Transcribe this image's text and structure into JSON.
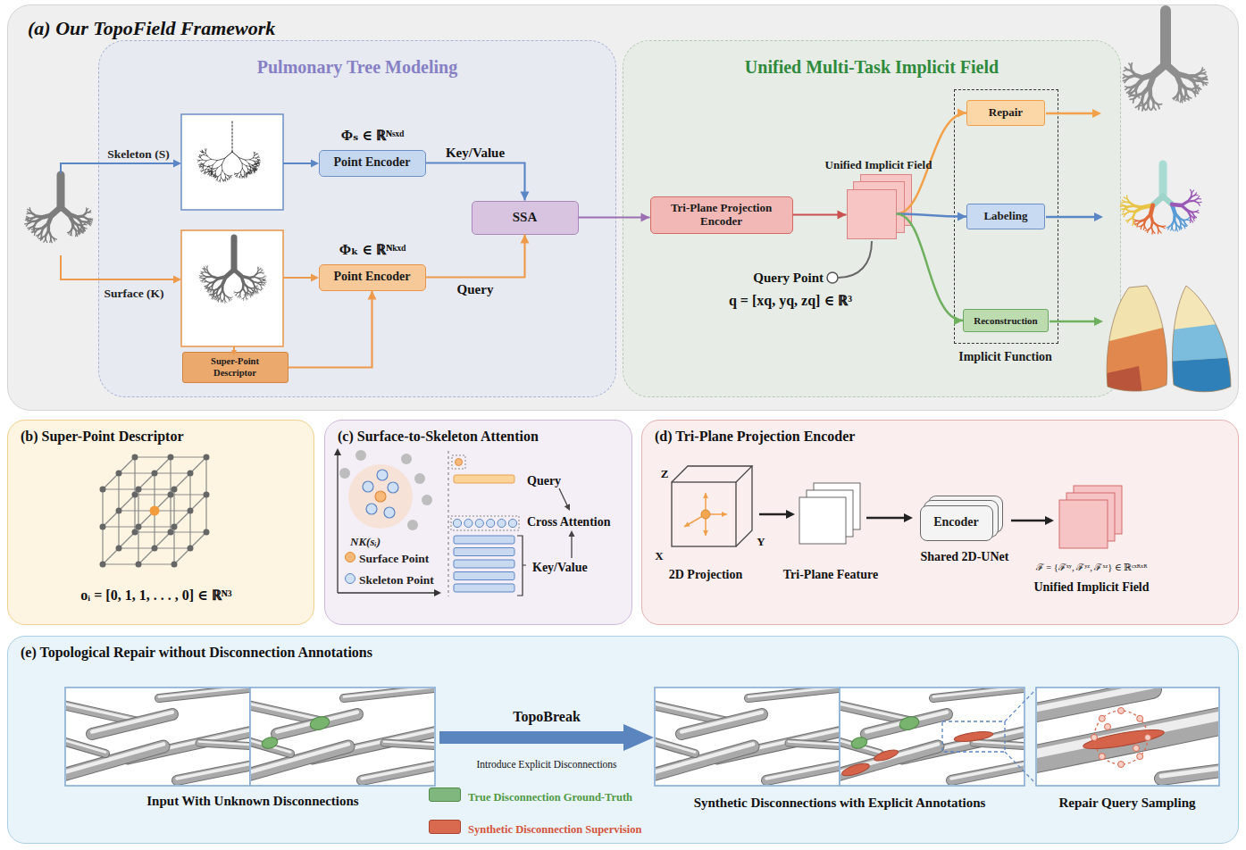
{
  "diagram": {
    "nodes": [
      {
        "text": [
          "(a) Our TopoField Framework"
        ]
      },
      {
        "text": [
          "Pulmonary Tree Modeling"
        ],
        "in": 0
      },
      {
        "text": [
          "Point Encoder"
        ],
        "in": 1
      },
      {
        "text": [
          "Point Encoder"
        ],
        "in": 1
      },
      {
        "text": [
          "Super-Point Descriptor"
        ],
        "in": 1
      },
      {
        "text": [
          "SSA"
        ],
        "in": 1
      },
      {
        "text": [
          "Unified Multi-Task Implicit Field"
        ],
        "in": 0
      },
      {
        "text": [
          "Tri-Plane Projection Encoder"
        ],
        "in": 6
      },
      {
        "text": [
          "Unified Implicit Field"
        ],
        "in": 6
      },
      {
        "text": [
          "Implicit Function"
        ],
        "in": 6
      },
      {
        "text": [
          "Repair"
        ],
        "in": 9
      },
      {
        "text": [
          "Labeling"
        ],
        "in": 9
      },
      {
        "text": [
          "Reconstruction"
        ],
        "in": 9
      },
      {
        "text": [
          "(b) Super-Point Descriptor"
        ]
      },
      {
        "text": [
          "(c) Surface-to-Skeleton Attention"
        ]
      },
      {
        "text": [
          "(d) Tri-Plane Projection Encoder"
        ]
      },
      {
        "text": [
          "Encoder"
        ],
        "in": 15
      },
      {
        "text": [
          "(e) Topological Repair without Disconnection Annotations"
        ]
      }
    ],
    "edges": [
      {
        "from": 2,
        "to": 5,
        "label": "Key/Value",
        "arrow": "to"
      },
      {
        "from": 3,
        "to": 5,
        "label": "Query",
        "arrow": "to"
      },
      {
        "from": 4,
        "to": 3,
        "arrow": "to"
      },
      {
        "from": 5,
        "to": 7,
        "arrow": "to"
      },
      {
        "from": 7,
        "to": 8,
        "arrow": "to"
      },
      {
        "from": 8,
        "to": 10,
        "arrow": "to"
      },
      {
        "from": 8,
        "to": 11,
        "arrow": "to"
      },
      {
        "from": 8,
        "to": 12,
        "arrow": "to"
      }
    ],
    "labels": [
      "Skeleton (S)",
      "Surface (K)",
      "Φₛ ∈ ℝᴺˢˣᵈ",
      "Φₖ ∈ ℝᴺᵏˣᵈ",
      "Query Point",
      "q = [xq, yq, zq] ∈ ℝ³",
      "oᵢ = [0, 1, 1, . . . , 0] ∈ ℝᴺ³",
      "NK(sᵢ)",
      "Query",
      "Cross Attention",
      "Key/Value",
      "Z",
      "Y",
      "X",
      "2D Projection",
      "Tri-Plane Feature",
      "Shared 2D-UNet",
      "ℱ = {ℱˣʸ, ℱʸᶻ, ℱˣᶻ} ∈ ℝᶜˣᴿˣᴿ",
      "Unified Implicit Field",
      "TopoBreak",
      "Introduce Explicit Disconnections",
      "Input With Unknown Disconnections",
      "Synthetic Disconnections with Explicit Annotations",
      "Repair Query Sampling"
    ],
    "legend": [
      {
        "text": "Surface Point",
        "color": "#f6b97a"
      },
      {
        "text": "Skeleton Point",
        "color": "#cfe0f5"
      },
      {
        "text": "True Disconnection Ground-Truth",
        "color": "#7fb77e"
      },
      {
        "text": "Synthetic Disconnection Supervision",
        "color": "#d9694f"
      }
    ]
  }
}
